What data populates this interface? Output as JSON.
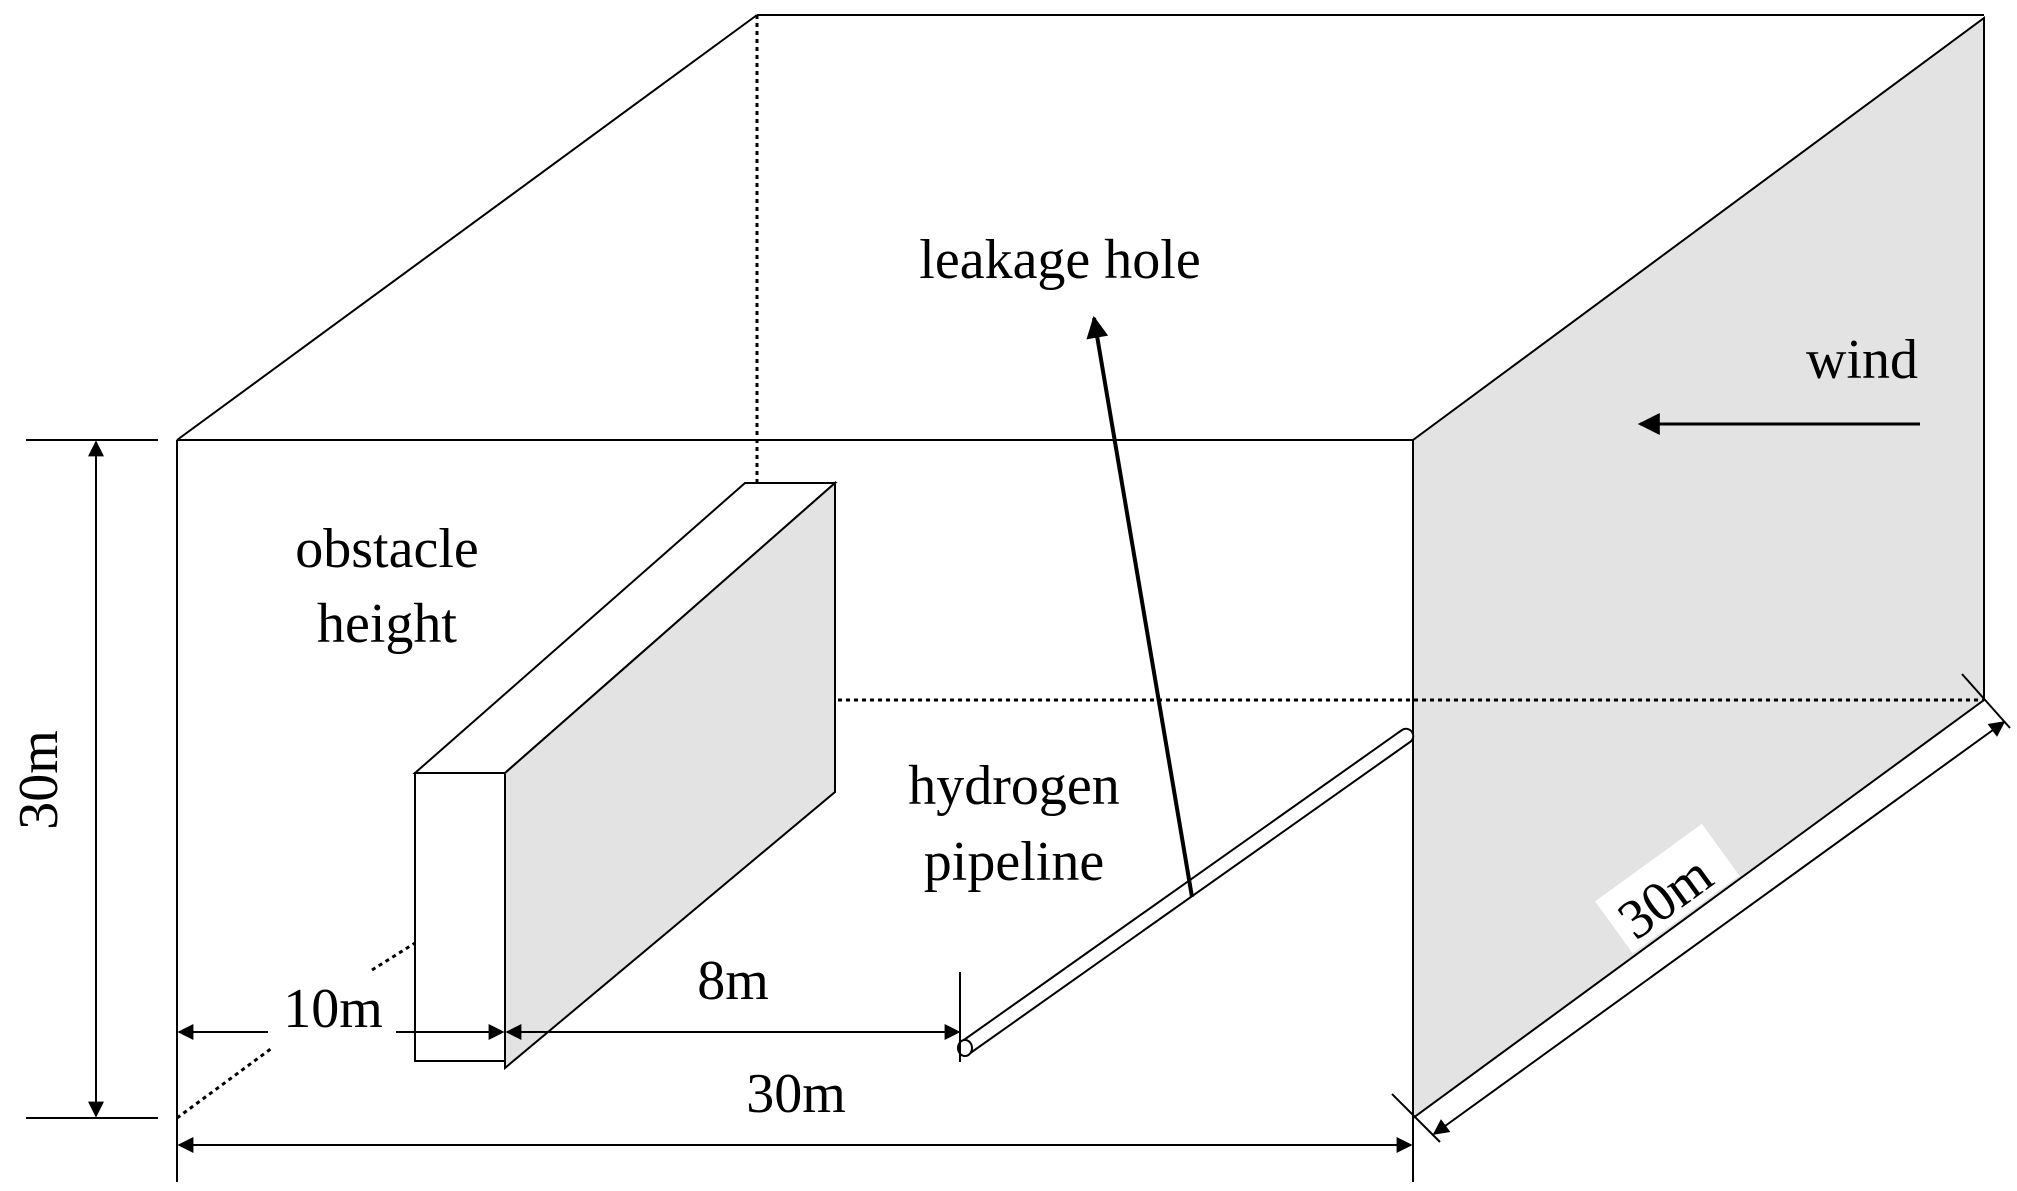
{
  "labels": {
    "leakage_hole": "leakage hole",
    "wind": "wind",
    "obstacle_line1": "obstacle",
    "obstacle_line2": "height",
    "hydrogen_line1": "hydrogen",
    "hydrogen_line2": "pipeline",
    "dim_height": "30m",
    "dim_depth": "30m",
    "dim_width": "30m",
    "dim_obstacle_offset": "10m",
    "dim_gap": "8m"
  },
  "colors": {
    "line": "#000000",
    "shaded_face": "#e3e3e3",
    "background": "#ffffff"
  }
}
